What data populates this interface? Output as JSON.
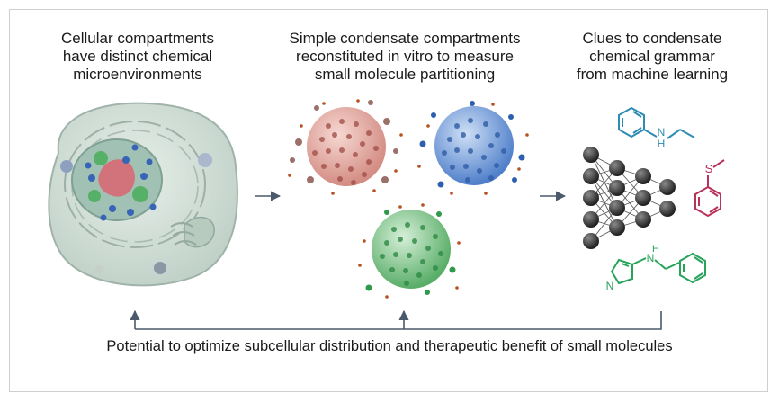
{
  "headings": {
    "cell": "Cellular compartments\nhave distinct chemical\nmicroenvironments",
    "vitro": "Simple condensate compartments\nreconstituted in vitro to measure\nsmall molecule partitioning",
    "ml": "Clues to condensate\nchemical grammar\nfrom machine learning"
  },
  "caption": "Potential to optimize subcellular distribution and therapeutic benefit of small molecules",
  "molecules": {
    "top_label": "H\nN",
    "sulfur_label": "S",
    "pyrrole_nh": "H\nN",
    "amine_n": "N",
    "amine_h": "H",
    "pyrrole_n": "N"
  },
  "colors": {
    "red_condensate": "#d9928a",
    "blue_condensate": "#5b86cc",
    "green_condensate": "#66b673",
    "molecule_blue": "#2e8bb3",
    "molecule_magenta": "#b8325a",
    "molecule_green": "#27a35a",
    "arrow": "#4a5a6a"
  }
}
